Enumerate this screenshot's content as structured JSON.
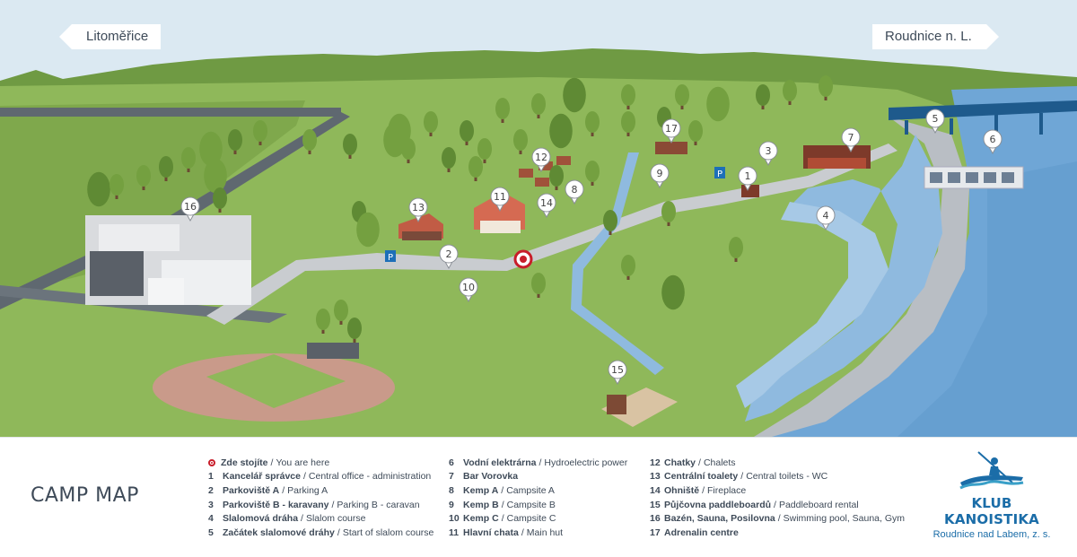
{
  "map": {
    "city_left": "Litoměřice",
    "city_right": "Roudnice n. L.",
    "pins": [
      {
        "n": "1"
      },
      {
        "n": "2"
      },
      {
        "n": "3"
      },
      {
        "n": "4"
      },
      {
        "n": "5"
      },
      {
        "n": "6"
      },
      {
        "n": "7"
      },
      {
        "n": "8"
      },
      {
        "n": "9"
      },
      {
        "n": "10"
      },
      {
        "n": "11"
      },
      {
        "n": "12"
      },
      {
        "n": "13"
      },
      {
        "n": "14"
      },
      {
        "n": "15"
      },
      {
        "n": "16"
      },
      {
        "n": "17"
      }
    ],
    "colors": {
      "sky": "#dbe9f2",
      "grass": "#8fb85a",
      "grass_dark": "#7aa748",
      "road": "#c9ccd0",
      "water": "#6fa6d6",
      "river": "#8fbadf",
      "here": "#c81d2a",
      "pin_border": "#8a8f96",
      "brand": "#1b6da8"
    }
  },
  "legend": {
    "title": "CAMP MAP",
    "you_are_here": {
      "cz": "Zde stojíte",
      "en": "You are here"
    },
    "columns": [
      [
        {
          "n": "1",
          "cz": "Kancelář správce",
          "en": "Central office - administration"
        },
        {
          "n": "2",
          "cz": "Parkoviště A",
          "en": "Parking A"
        },
        {
          "n": "3",
          "cz": "Parkoviště B - karavany",
          "en": "Parking B - caravan"
        },
        {
          "n": "4",
          "cz": "Slalomová dráha",
          "en": "Slalom course"
        },
        {
          "n": "5",
          "cz": "Začátek slalomové dráhy",
          "en": "Start of slalom course"
        }
      ],
      [
        {
          "n": "6",
          "cz": "Vodní elektrárna",
          "en": "Hydroelectric power"
        },
        {
          "n": "7",
          "cz": "Bar Vorovka",
          "en": ""
        },
        {
          "n": "8",
          "cz": "Kemp A",
          "en": "Campsite A"
        },
        {
          "n": "9",
          "cz": "Kemp B",
          "en": "Campsite B"
        },
        {
          "n": "10",
          "cz": "Kemp C",
          "en": "Campsite C"
        },
        {
          "n": "11",
          "cz": "Hlavní chata",
          "en": "Main hut"
        }
      ],
      [
        {
          "n": "12",
          "cz": "Chatky",
          "en": "Chalets"
        },
        {
          "n": "13",
          "cz": "Centrální toalety",
          "en": "Central toilets - WC"
        },
        {
          "n": "14",
          "cz": "Ohniště",
          "en": "Fireplace"
        },
        {
          "n": "15",
          "cz": "Půjčovna paddleboardů",
          "en": "Paddleboard rental"
        },
        {
          "n": "16",
          "cz": "Bazén, Sauna, Posilovna",
          "en": "Swimming pool, Sauna, Gym"
        },
        {
          "n": "17",
          "cz": "Adrenalin centre",
          "en": ""
        }
      ]
    ]
  },
  "brand": {
    "name": "KLUB KANOISTIKA",
    "subtitle": "Roudnice nad Labem, z. s."
  }
}
